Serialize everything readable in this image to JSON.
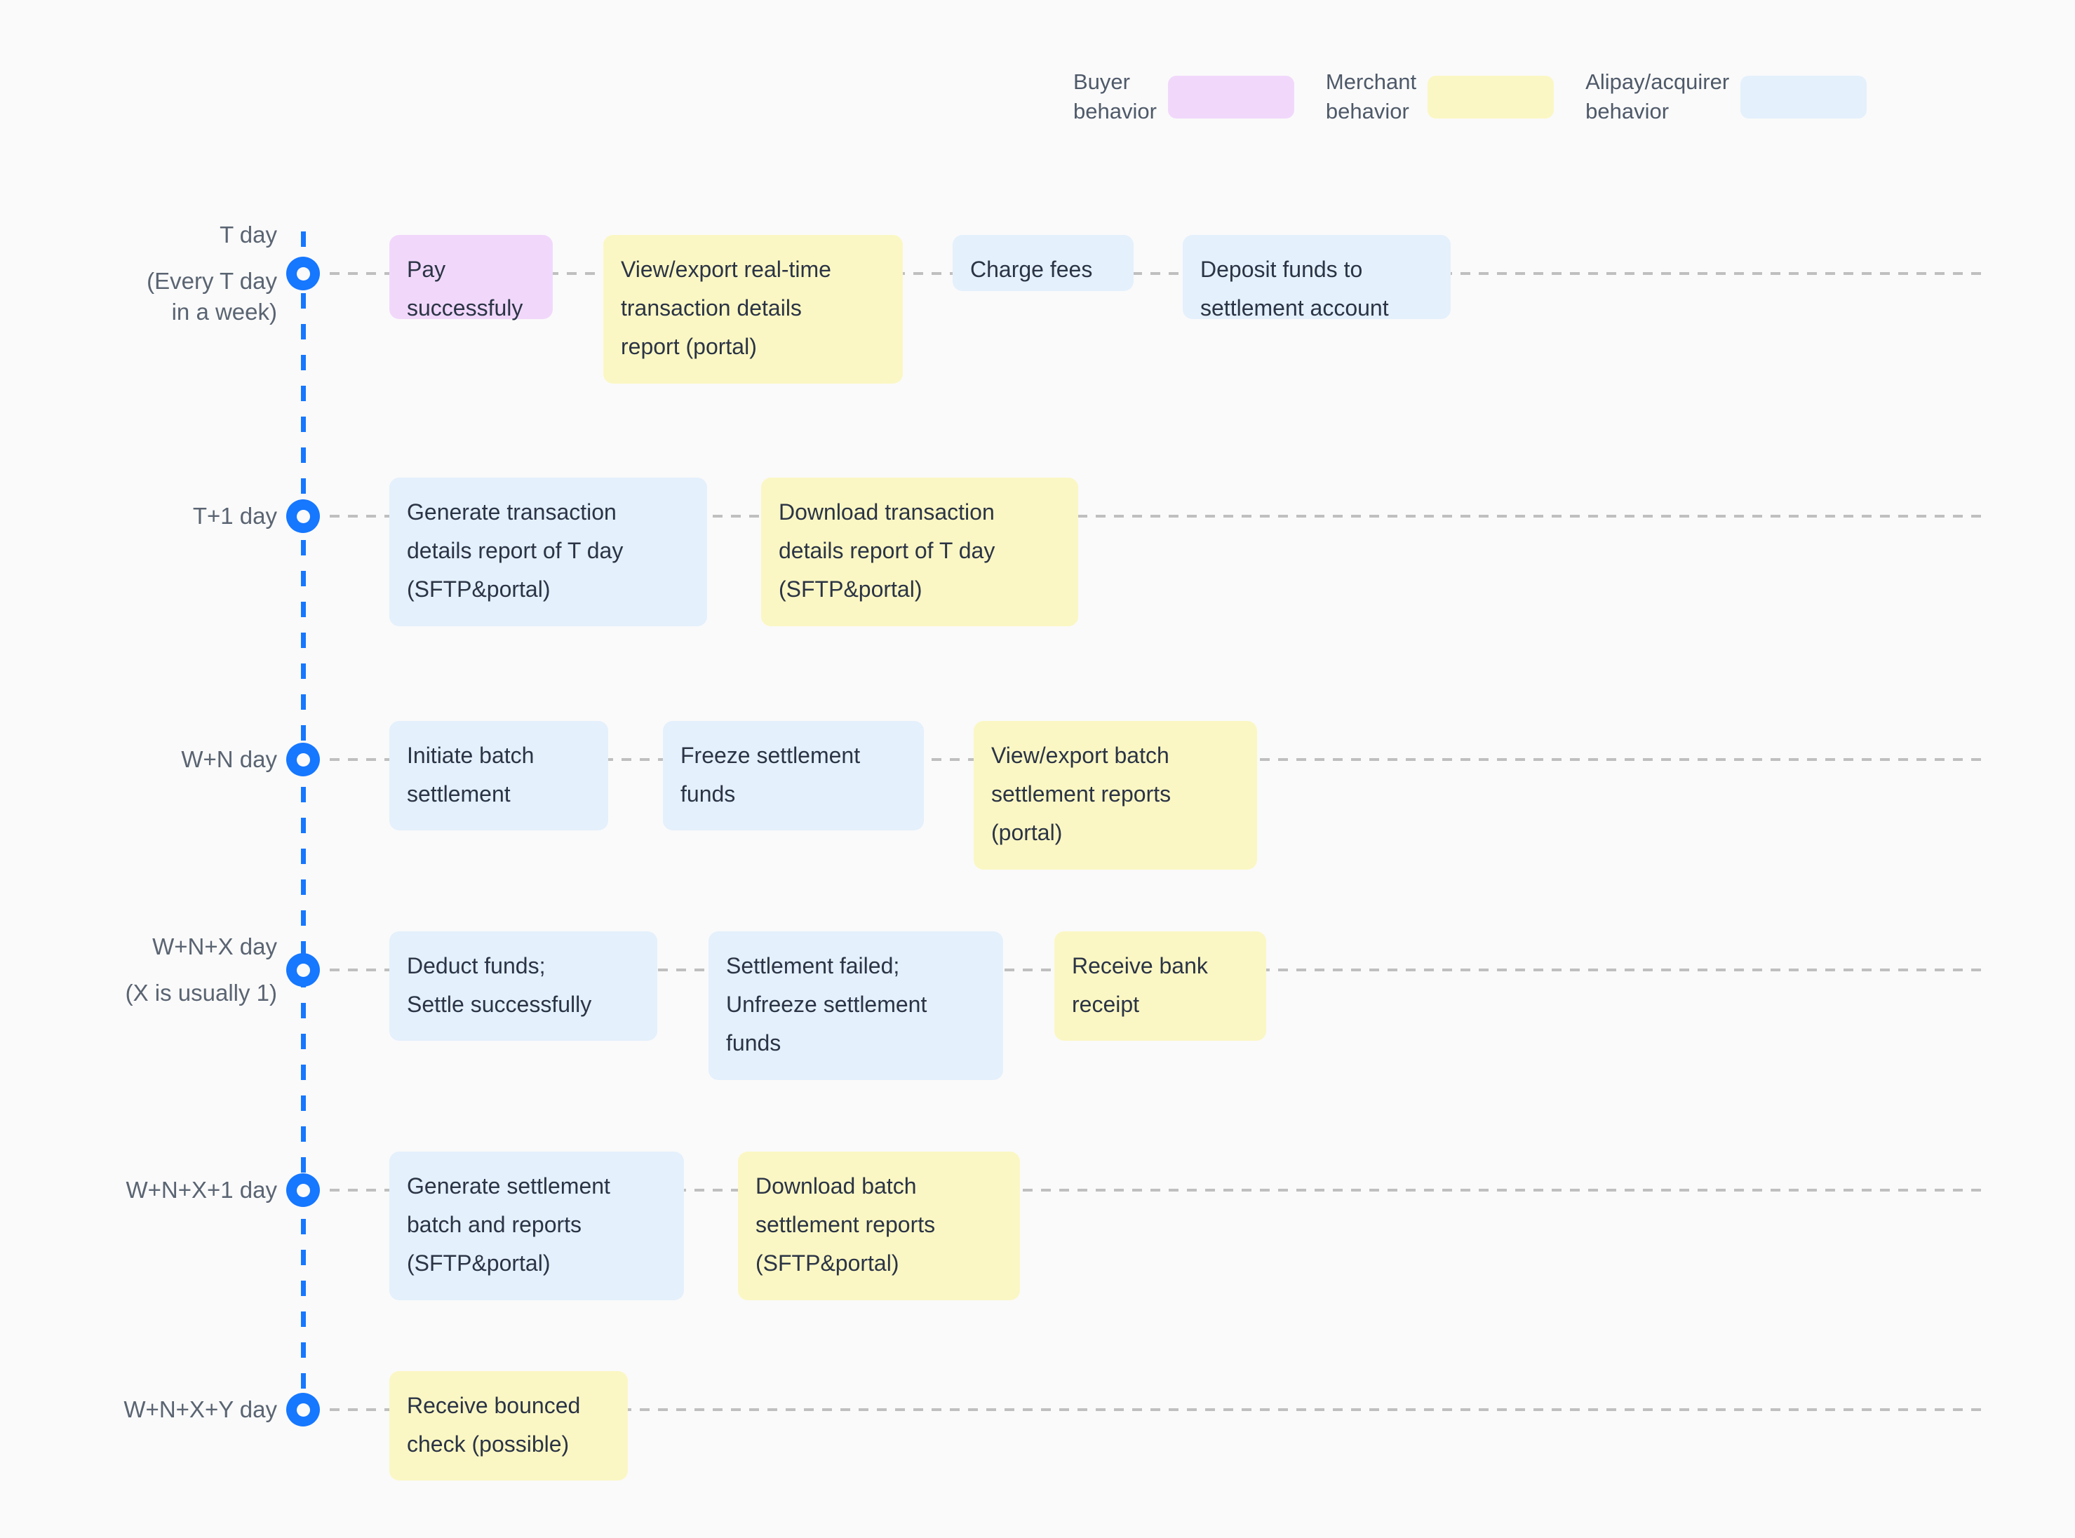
{
  "legend": {
    "items": [
      {
        "label": "Buyer\nbehavior",
        "color": "#F1D8FB",
        "key": "buyer"
      },
      {
        "label": "Merchant\nbehavior",
        "color": "#FBF7C4",
        "key": "merchant"
      },
      {
        "label": "Alipay/acquirer\nbehavior",
        "color": "#E4F0FC",
        "key": "acquirer"
      }
    ]
  },
  "colors": {
    "background": "#FAFAFA",
    "spine": "#1677FF",
    "guide": "#BFBFBF",
    "label_text": "#5A6472",
    "box_text": "#2B3445",
    "buyer": "#F1D8FB",
    "merchant": "#FBF7C4",
    "acquirer": "#E4F0FC"
  },
  "rows": [
    {
      "id": "t-day",
      "label": "T day",
      "sublabel": "(Every T day\nin a week)",
      "events": [
        {
          "text": "Pay\nsuccessfuly",
          "actor": "buyer"
        },
        {
          "text": "View/export real-time\ntransaction details\nreport (portal)",
          "actor": "merchant"
        },
        {
          "text": "Charge fees",
          "actor": "acquirer"
        },
        {
          "text": "Deposit funds to\nsettlement account",
          "actor": "acquirer"
        }
      ]
    },
    {
      "id": "t-plus-1-day",
      "label": "T+1 day",
      "sublabel": "",
      "events": [
        {
          "text": "Generate transaction\ndetails report of T day\n(SFTP&portal)",
          "actor": "acquirer"
        },
        {
          "text": "Download transaction\ndetails report of T day\n(SFTP&portal)",
          "actor": "merchant"
        }
      ]
    },
    {
      "id": "w-plus-n-day",
      "label": "W+N day",
      "sublabel": "",
      "events": [
        {
          "text": "Initiate batch\nsettlement",
          "actor": "acquirer"
        },
        {
          "text": "Freeze settlement\nfunds",
          "actor": "acquirer"
        },
        {
          "text": "View/export batch\nsettlement reports\n(portal)",
          "actor": "merchant"
        }
      ]
    },
    {
      "id": "w-plus-n-plus-x-day",
      "label": "W+N+X day",
      "sublabel": "(X is usually 1)",
      "events": [
        {
          "text": "Deduct funds;\nSettle successfully",
          "actor": "acquirer"
        },
        {
          "text": "Settlement failed;\nUnfreeze settlement\nfunds",
          "actor": "acquirer"
        },
        {
          "text": "Receive bank\nreceipt",
          "actor": "merchant"
        }
      ]
    },
    {
      "id": "w-plus-n-plus-x-plus-1-day",
      "label": "W+N+X+1 day",
      "sublabel": "",
      "events": [
        {
          "text": "Generate settlement\nbatch and reports\n(SFTP&portal)",
          "actor": "acquirer"
        },
        {
          "text": "Download batch\nsettlement reports\n(SFTP&portal)",
          "actor": "merchant"
        }
      ]
    },
    {
      "id": "w-plus-n-plus-x-plus-y-day",
      "label": "W+N+X+Y day",
      "sublabel": "",
      "events": [
        {
          "text": "Receive bounced\ncheck (possible)",
          "actor": "merchant"
        }
      ]
    }
  ]
}
